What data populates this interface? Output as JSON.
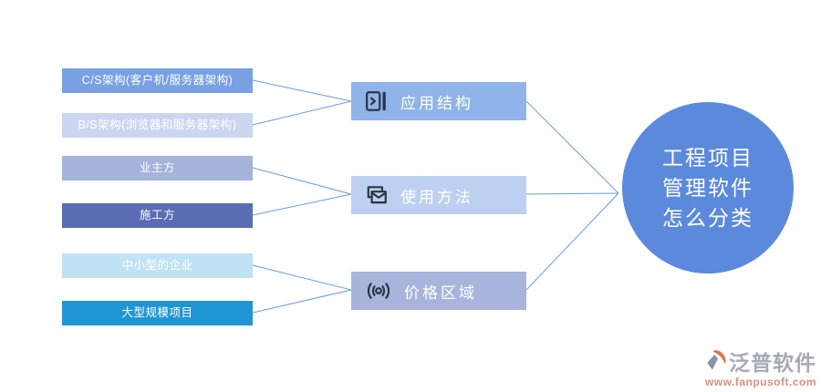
{
  "page": {
    "background": "#ffffff"
  },
  "diagram": {
    "center": {
      "line1": "工程项目",
      "line2": "管理软件",
      "line3": "怎么分类",
      "color": "#5b8add",
      "text_color": "#ffffff"
    },
    "categories": [
      {
        "label": "应用结构",
        "icon": "door-panel-icon",
        "color": "#90b3e9"
      },
      {
        "label": "使用方法",
        "icon": "mail-stack-icon",
        "color": "#bed0f1"
      },
      {
        "label": "价格区域",
        "icon": "broadcast-icon",
        "color": "#a9b4dd"
      }
    ],
    "leaves": [
      {
        "label": "C/S架构(客户机/服务器架构)",
        "color": "#7aa0e4",
        "category": "应用结构"
      },
      {
        "label": "B/S架构(浏览器和服务器架构)",
        "color": "#ccd6f1",
        "category": "应用结构"
      },
      {
        "label": "业主方",
        "color": "#a6b3da",
        "category": "使用方法"
      },
      {
        "label": "施工方",
        "color": "#5a6cb4",
        "category": "使用方法"
      },
      {
        "label": "中小型的企业",
        "color": "#bfe2f4",
        "category": "价格区域"
      },
      {
        "label": "大型规模项目",
        "color": "#2095d3",
        "category": "价格区域"
      }
    ],
    "line_color": "#6d9ade",
    "icon_color": "#2b3442"
  },
  "watermark": {
    "brand": "泛普软件",
    "url": "www.fanpusoft.com",
    "brand_color": "#a4aab6",
    "url_color": "#df8e7e",
    "logo_gray": "#8a92a6",
    "logo_orange": "#e2734e"
  }
}
